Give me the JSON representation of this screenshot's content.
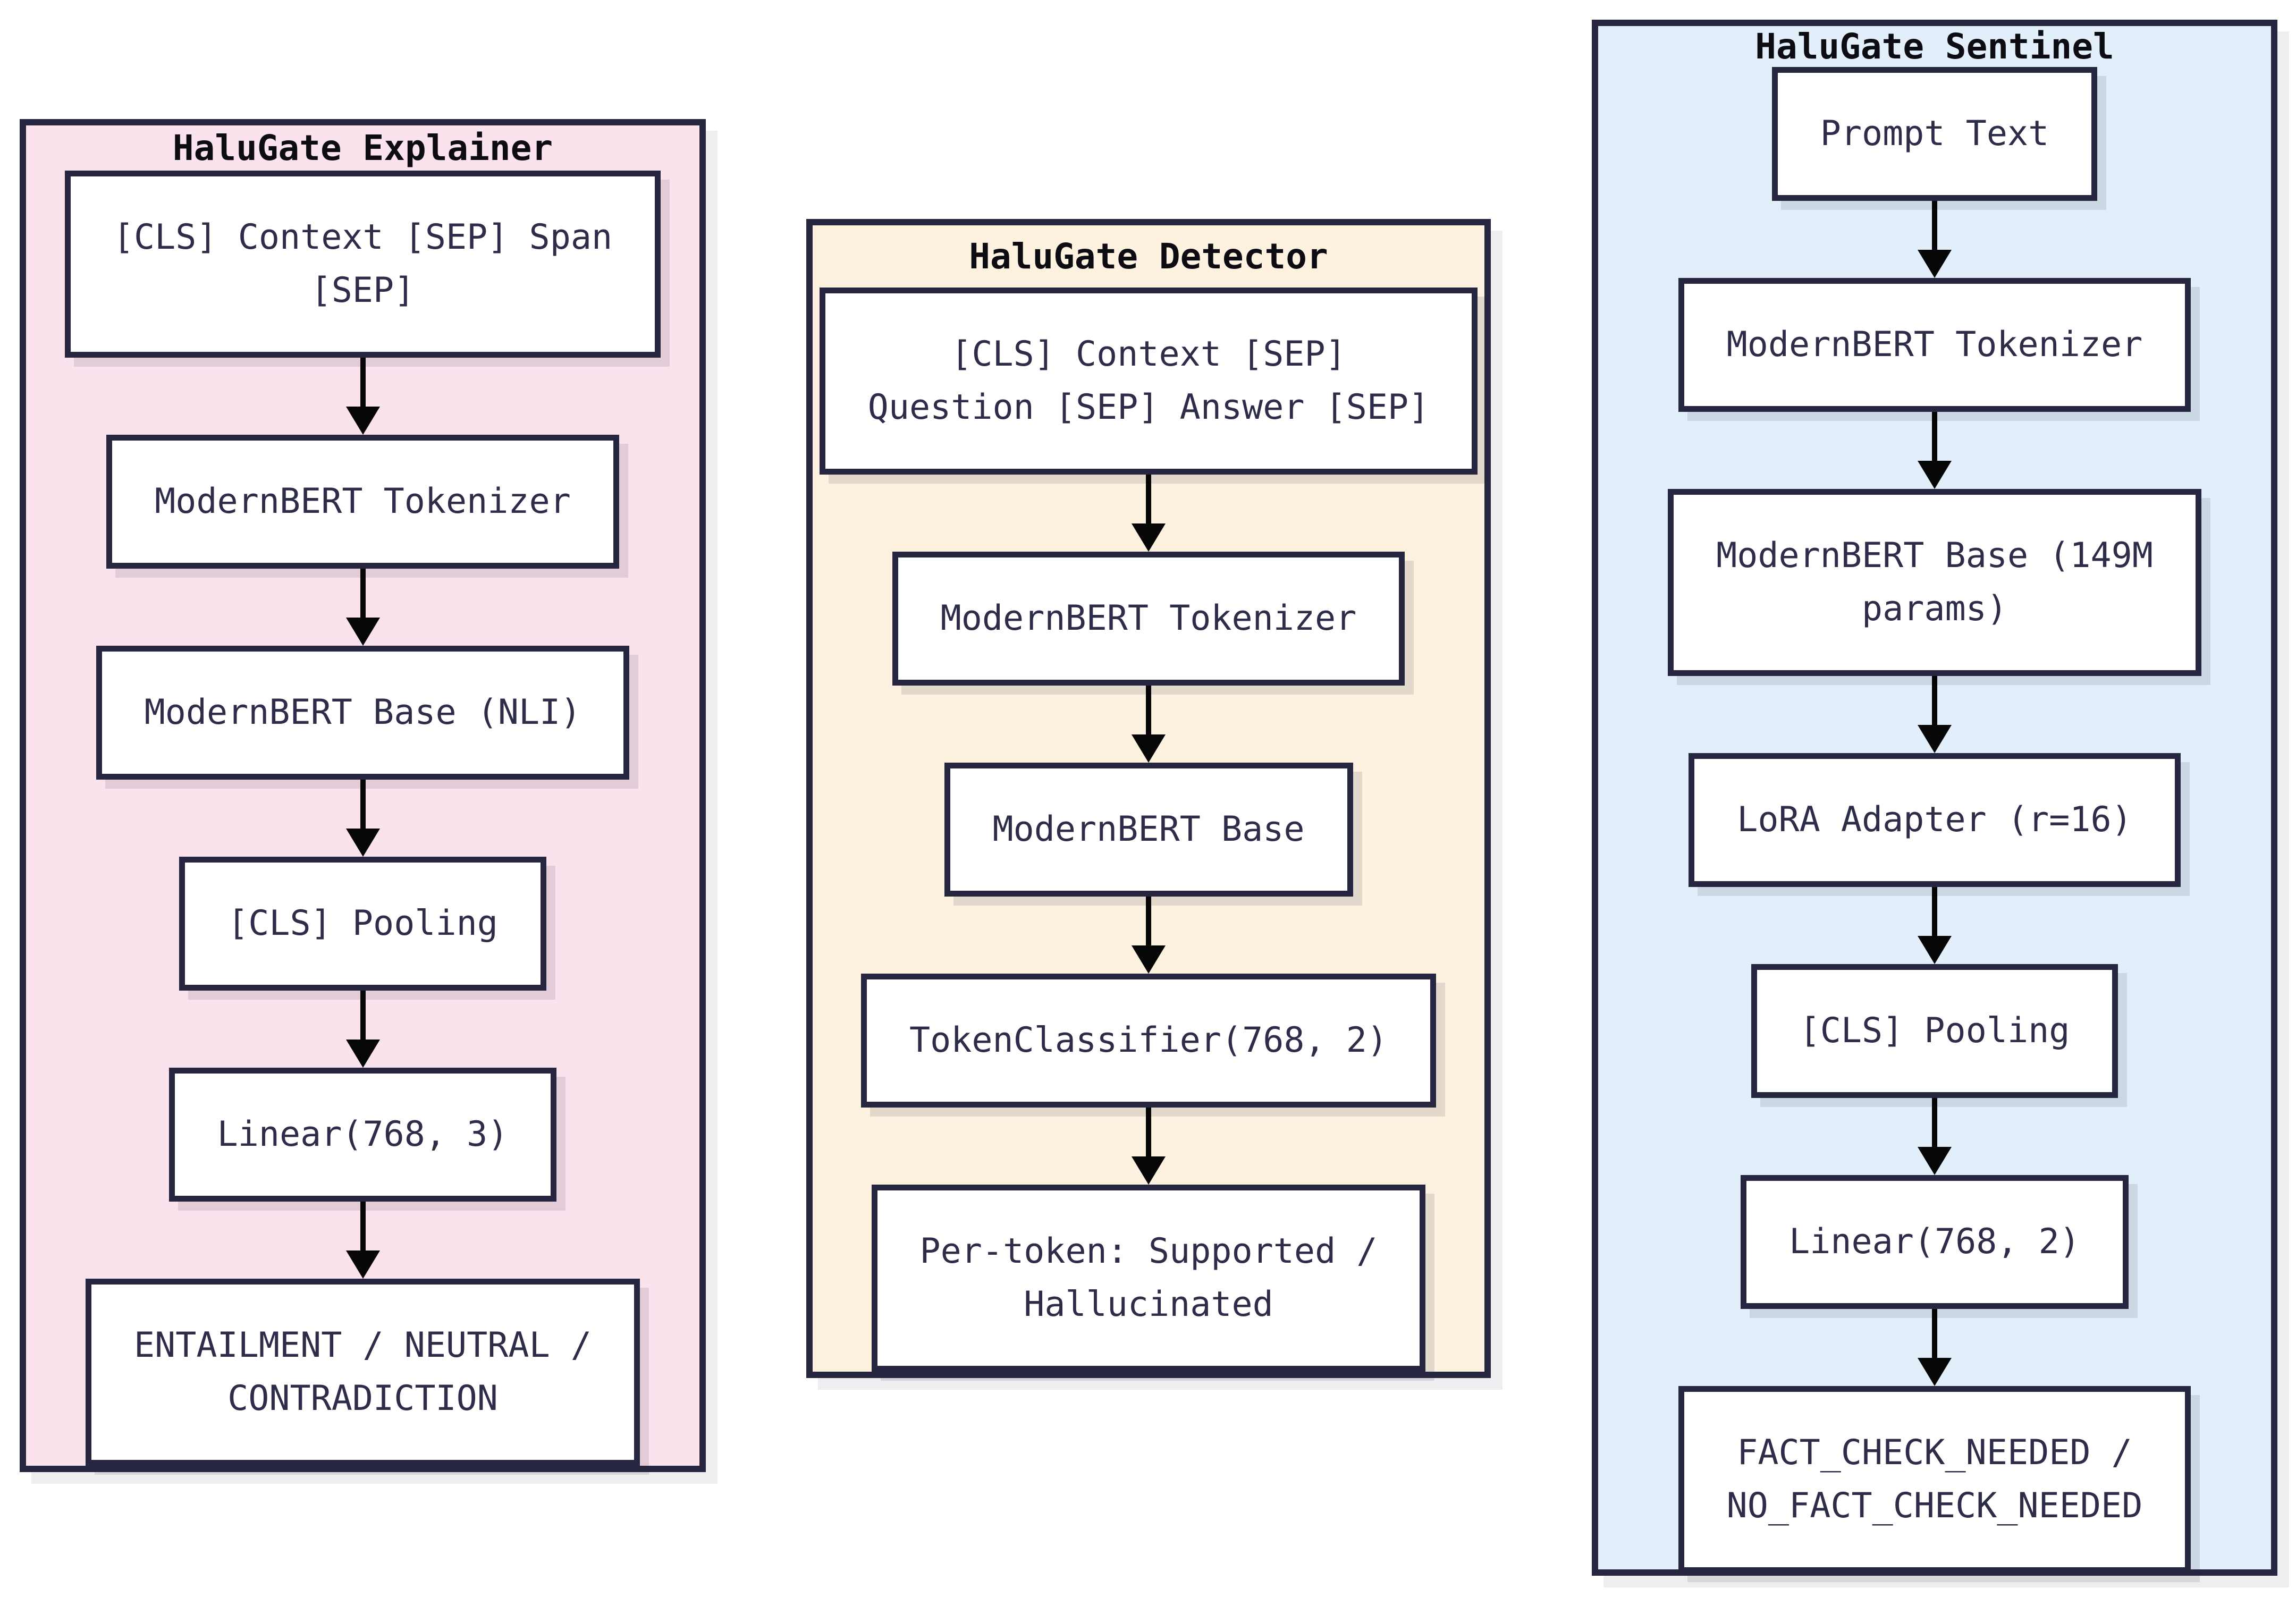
{
  "colors": {
    "panel_border": "#262640",
    "panel_shadow": "#eeeef1",
    "node_bg": "#ffffff",
    "node_border": "#262640",
    "node_shadow": "rgba(38,38,64,0.12)",
    "node_text": "#2d2d4a",
    "title_text": "#0c0c12",
    "arrow": "#060606",
    "explainer_bg": "#fbe3ed",
    "detector_bg": "#fdf1e0",
    "sentinel_bg": "#e2effa"
  },
  "columns": [
    {
      "id": "explainer",
      "title": "HaluGate Explainer",
      "bg_key": "explainer_bg",
      "boxes": [
        "[CLS] Context [SEP] Span\n[SEP]",
        "ModernBERT Tokenizer",
        "ModernBERT Base (NLI)",
        "[CLS] Pooling",
        "Linear(768, 3)",
        "ENTAILMENT / NEUTRAL /\nCONTRADICTION"
      ]
    },
    {
      "id": "detector",
      "title": "HaluGate Detector",
      "bg_key": "detector_bg",
      "boxes": [
        "[CLS] Context [SEP]\nQuestion [SEP] Answer [SEP]",
        "ModernBERT Tokenizer",
        "ModernBERT Base",
        "TokenClassifier(768, 2)",
        "Per-token: Supported /\nHallucinated"
      ]
    },
    {
      "id": "sentinel",
      "title": "HaluGate Sentinel",
      "bg_key": "sentinel_bg",
      "boxes": [
        "Prompt Text",
        "ModernBERT Tokenizer",
        "ModernBERT Base (149M\nparams)",
        "LoRA Adapter (r=16)",
        "[CLS] Pooling",
        "Linear(768, 2)",
        "FACT_CHECK_NEEDED /\nNO_FACT_CHECK_NEEDED"
      ]
    }
  ]
}
